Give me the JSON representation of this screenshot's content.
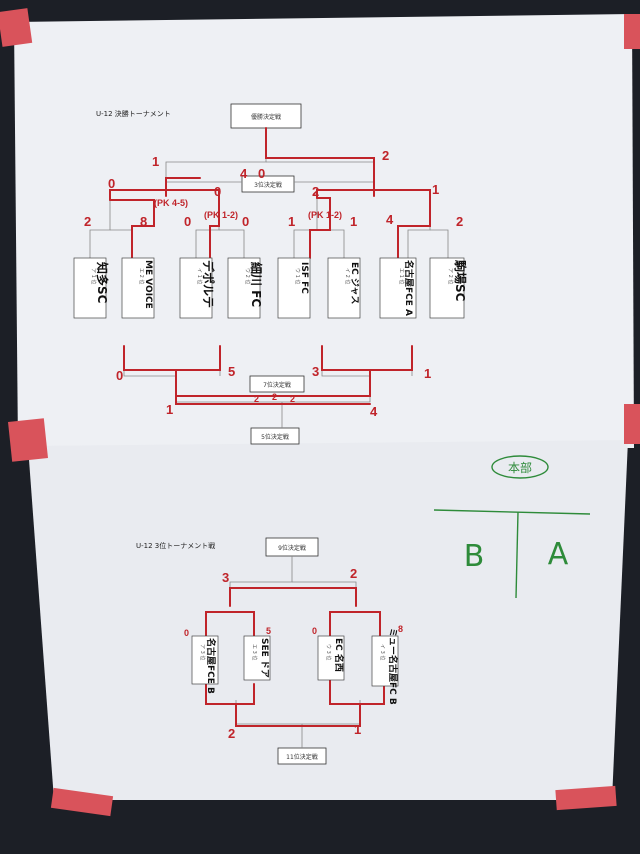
{
  "sheet1": {
    "title": "U-12 決勝トーナメント",
    "champion_box": "優勝決定戦",
    "third_box": "3位決定戦",
    "seventh_box": "7位決定戦",
    "fifth_box": "5位決定戦",
    "teams": [
      "知多SC",
      "ME VOICE",
      "デポルテ",
      "細川 FC",
      "ISF FC",
      "EC ジャス",
      "名古屋FCE A",
      "駒場SC"
    ],
    "seeds": [
      "ア 1 位",
      "エ 2 位",
      "イ 1 位",
      "ウ 2 位",
      "ウ 1 位",
      "イ 2 位",
      "エ 1 位",
      "ア 2 位"
    ],
    "round1_scores": [
      "2",
      "8",
      "0",
      "0",
      "1",
      "1",
      "4",
      "2"
    ],
    "pk_notes": [
      "(PK 4-5)",
      "(PK 1-2)",
      "(PK 1-2)"
    ],
    "semi_scores": [
      "0",
      "0",
      "0",
      "2",
      "1"
    ],
    "final_scores": [
      "1",
      "2"
    ],
    "final_extra": "4",
    "lower_scores": [
      "0",
      "5",
      "3",
      "1"
    ],
    "seventh_scores": [
      "2",
      "2",
      "2"
    ],
    "fifth_scores": [
      "1",
      "4"
    ]
  },
  "sheet2": {
    "title": "U-12 3位トーナメント戦",
    "ninth_box": "9位決定戦",
    "eleventh_box": "11位決定戦",
    "teams": [
      "名古屋FCE B",
      "SEE ドア",
      "EC 名西",
      "ミュー名古屋FC B"
    ],
    "seeds": [
      "ア 3 位",
      "エ 3 位",
      "ウ 3 位",
      "イ 3 位"
    ],
    "round1_scores": [
      "0",
      "5",
      "0",
      "8"
    ],
    "upper_scores": [
      "3",
      "2"
    ],
    "lower_scores": [
      "2",
      "1"
    ]
  },
  "board": {
    "header": "本部",
    "left": "B",
    "right": "A"
  }
}
